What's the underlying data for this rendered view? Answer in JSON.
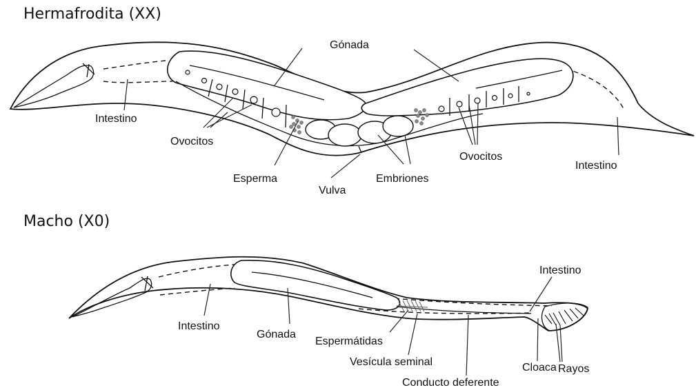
{
  "hermaphrodite": {
    "title": "Hermafrodita (XX)",
    "labels": {
      "gonada": "Gónada",
      "intestino_left": "Intestino",
      "ovocitos_left": "Ovocitos",
      "esperma": "Esperma",
      "vulva": "Vulva",
      "embriones": "Embriones",
      "ovocitos_right": "Ovocitos",
      "intestino_right": "Intestino"
    }
  },
  "male": {
    "title": "Macho (X0)",
    "labels": {
      "intestino_tail": "Intestino",
      "intestino": "Intestino",
      "gonada": "Gónada",
      "espermatidas": "Espermátidas",
      "vesicula_seminal": "Vesícula seminal",
      "conducto_deferente": "Conducto deferente",
      "cloaca": "Cloaca",
      "rayos": "Rayos"
    }
  }
}
